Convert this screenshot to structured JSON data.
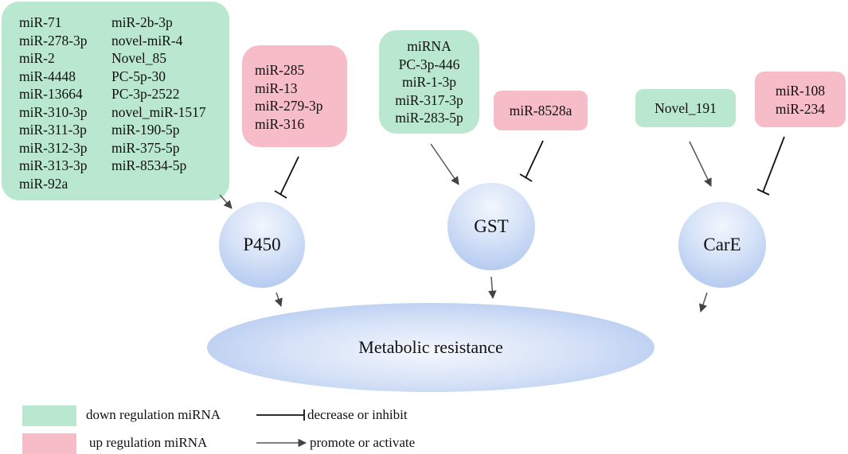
{
  "p450": {
    "down_col1": [
      "miR-71",
      "miR-278-3p",
      "miR-2",
      "miR-4448",
      "miR-13664",
      "miR-310-3p",
      "miR-311-3p",
      "miR-312-3p",
      "miR-313-3p",
      "miR-92a"
    ],
    "down_col2": [
      "miR-2b-3p",
      "novel-miR-4",
      "Novel_85",
      "PC-5p-30",
      "PC-3p-2522",
      "novel_miR-1517",
      "miR-190-5p",
      "miR-375-5p",
      "miR-8534-5p"
    ],
    "up": [
      "miR-285",
      "miR-13",
      "miR-279-3p",
      "miR-316"
    ],
    "node_label": "P450"
  },
  "gst": {
    "down": [
      "miRNA",
      "PC-3p-446",
      "miR-1-3p",
      "miR-317-3p",
      "miR-283-5p"
    ],
    "up": [
      "miR-8528a"
    ],
    "node_label": "GST"
  },
  "care": {
    "down": [
      "Novel_191"
    ],
    "up": [
      "miR-108",
      "miR-234"
    ],
    "node_label": "CarE"
  },
  "outcome_label": "Metabolic resistance",
  "legend": {
    "down_label": "down regulation miRNA",
    "up_label": "up regulation miRNA",
    "inhibit_label": "decrease or inhibit",
    "promote_label": "promote or activate"
  },
  "colors": {
    "down_regulation": "#b9e7cf",
    "up_regulation": "#f6bcc8",
    "node": "#a9c1ee",
    "inhibit_line": "#111111",
    "promote_arrow": "#555555"
  }
}
